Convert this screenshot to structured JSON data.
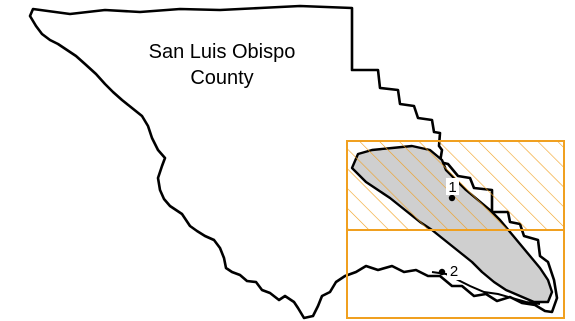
{
  "map": {
    "county_name_line1": "San Luis Obispo",
    "county_name_line2": "County",
    "markers": [
      {
        "label": "1"
      },
      {
        "label": "2"
      }
    ]
  },
  "colors": {
    "background": "#ffffff",
    "county_outline": "#000000",
    "study_area_fill": "#cfcfcf",
    "grid_box": "#f0a020",
    "hatch": "#f0a020"
  },
  "legend_semantics": {
    "box_1_pattern": "diagonal-hatch",
    "box_2_pattern": "none"
  }
}
